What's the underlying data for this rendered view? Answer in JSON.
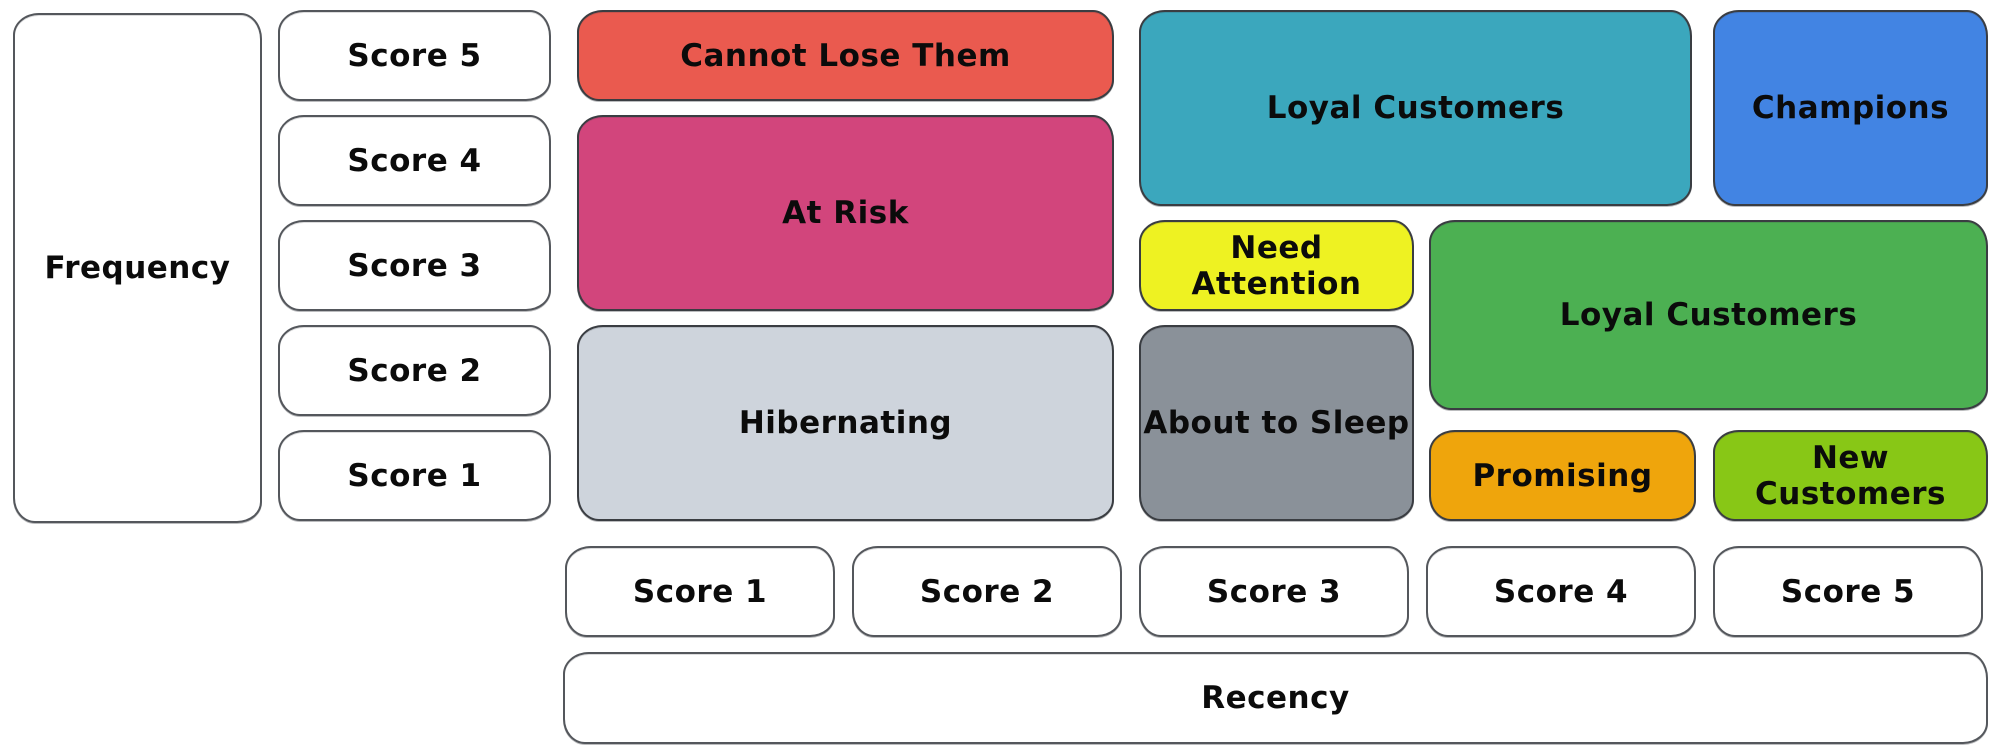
{
  "axes": {
    "frequency_label": "Frequency",
    "recency_label": "Recency",
    "frequency_scores": [
      "Score 5",
      "Score 4",
      "Score 3",
      "Score 2",
      "Score 1"
    ],
    "recency_scores": [
      "Score 1",
      "Score 2",
      "Score 3",
      "Score 4",
      "Score 5"
    ]
  },
  "segments": {
    "cannot_lose_them": {
      "label": "Cannot Lose Them",
      "color": "#ea5a4f"
    },
    "at_risk": {
      "label": "At Risk",
      "color": "#d2457c"
    },
    "hibernating": {
      "label": "Hibernating",
      "color": "#ced4dc"
    },
    "loyal_customers_top": {
      "label": "Loyal Customers",
      "color": "#3ba7bd"
    },
    "champions": {
      "label": "Champions",
      "color": "#4284e3"
    },
    "need_attention": {
      "label": "Need Attention",
      "color": "#eef222"
    },
    "loyal_customers_mid": {
      "label": "Loyal Customers",
      "color": "#4cb052"
    },
    "about_to_sleep": {
      "label": "About to Sleep",
      "color": "#8a9199"
    },
    "promising": {
      "label": "Promising",
      "color": "#efa50c"
    },
    "new_customers": {
      "label": "New Customers",
      "color": "#88c716"
    }
  }
}
